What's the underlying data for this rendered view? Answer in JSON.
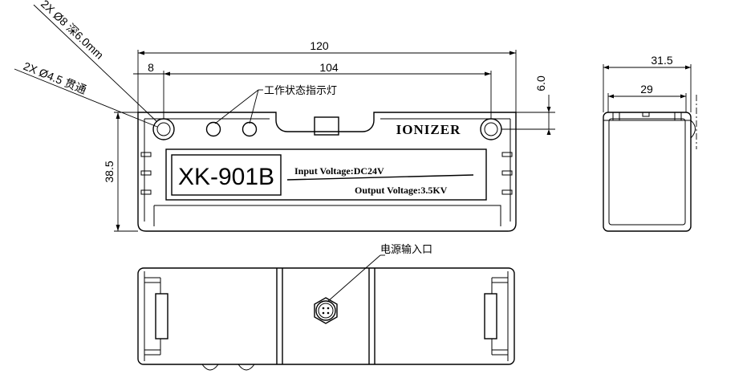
{
  "front_view": {
    "dim_width_total": "120",
    "dim_hole_spacing": "104",
    "dim_left_offset": "8",
    "dim_top_offset": "6.0",
    "dim_height": "38.5",
    "callout_hole_large": "2X Ø8 深6.0mm",
    "callout_hole_small": "2X Ø4.5 贯通",
    "callout_indicator": "工作状态指示灯",
    "brand": "IONIZER",
    "model": "XK-901B",
    "input_voltage": "Input Voltage:DC24V",
    "output_voltage": "Output Voltage:3.5KV"
  },
  "side_view": {
    "dim_outer": "31.5",
    "dim_inner": "29"
  },
  "bottom_view": {
    "callout_power": "电源输入口"
  }
}
